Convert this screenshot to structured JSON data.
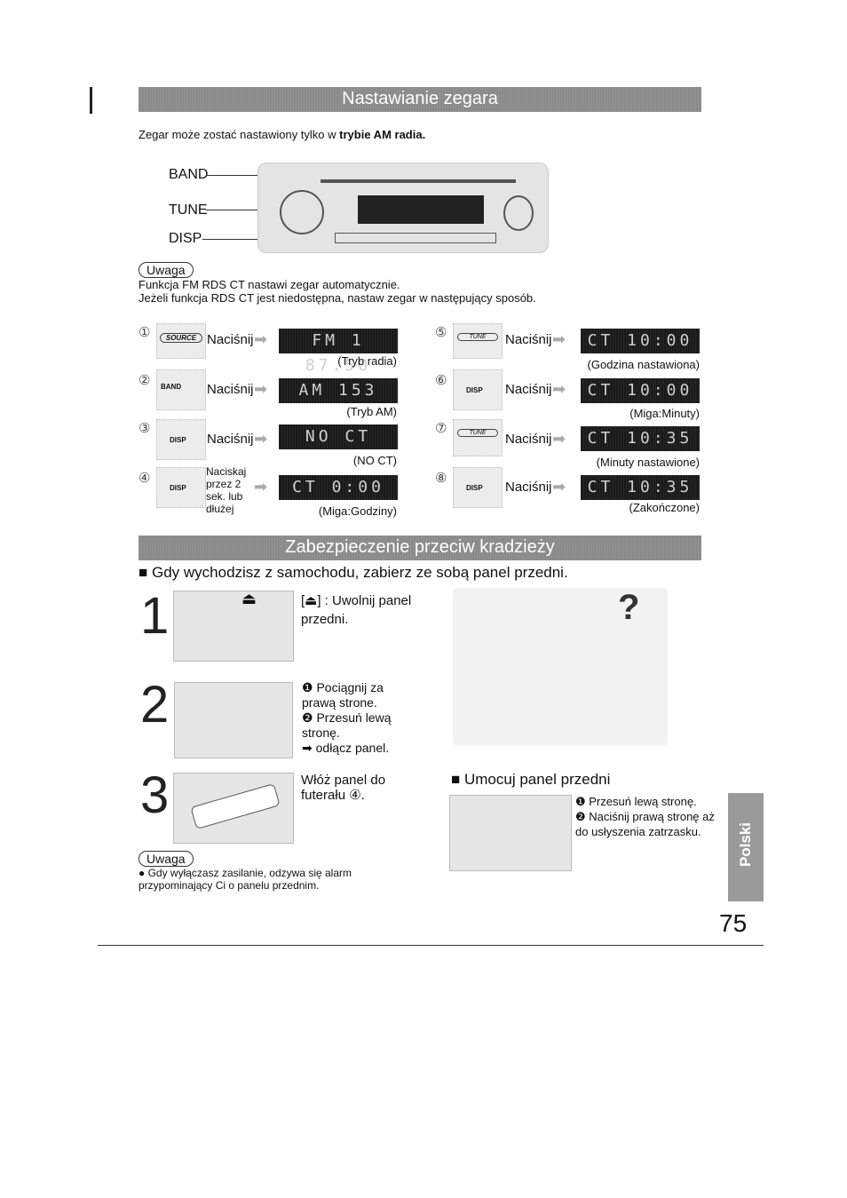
{
  "clock": {
    "title": "Nastawianie zegara",
    "intro_prefix": "Zegar może zostać nastawiony tylko w ",
    "intro_bold": "trybie AM radia.",
    "labels": [
      "BAND",
      "TUNE",
      "DISP"
    ],
    "note_label": "Uwaga",
    "note_line1": "Funkcja FM RDS CT nastawi zegar automatycznie.",
    "note_line2": "Jeżeli funkcja RDS CT jest niedostępna, nastaw zegar w następujący sposób.",
    "steps": [
      {
        "num": "①",
        "button": "SOURCE",
        "action": "Naciśnij",
        "display": "FM 1 87.50",
        "caption": "(Tryb radia)"
      },
      {
        "num": "②",
        "button": "BAND",
        "action": "Naciśnij",
        "display": "AM 153",
        "caption": "(Tryb AM)"
      },
      {
        "num": "③",
        "button": "DISP",
        "action": "Naciśnij",
        "display": "NO CT",
        "caption": "(NO CT)"
      },
      {
        "num": "④",
        "button": "DISP",
        "action": "Naciskaj przez 2 sek. lub dłużej",
        "display": "CT 0:00",
        "caption": "(Miga:Godziny)"
      },
      {
        "num": "⑤",
        "button": "TUNE",
        "action": "Naciśnij",
        "display": "CT 10:00",
        "caption": "(Godzina nastawiona)"
      },
      {
        "num": "⑥",
        "button": "DISP",
        "action": "Naciśnij",
        "display": "CT 10:00",
        "caption": "(Miga:Minuty)"
      },
      {
        "num": "⑦",
        "button": "TUNE",
        "action": "Naciśnij",
        "display": "CT 10:35",
        "caption": "(Minuty nastawione)"
      },
      {
        "num": "⑧",
        "button": "DISP",
        "action": "Naciśnij",
        "display": "CT 10:35",
        "caption": "(Zakończone)"
      }
    ]
  },
  "theft": {
    "title": "Zabezpieczenie przeciw kradzieży",
    "lead": "■ Gdy wychodzisz z samochodu, zabierz ze sobą panel przedni.",
    "step1_num": "1",
    "step1_text": "[⏏] : Uwolnij panel przedni.",
    "step2_num": "2",
    "step2_lines": [
      "❶ Pociągnij za prawą strone.",
      "❷ Przesuń lewą stronę.",
      "➡ odłącz panel."
    ],
    "step3_num": "3",
    "step3_text": "Włóż panel do futerału ④.",
    "attach_title": "■ Umocuj panel przedni",
    "attach_lines": [
      "❶ Przesuń lewą stronę.",
      "❷ Naciśnij prawą stronę aż do usłyszenia zatrzasku."
    ],
    "note_label": "Uwaga",
    "note_text": "● Gdy wyłączasz zasilanie, odzywa się alarm przypominający Ci o panelu przednim."
  },
  "side_tab": "Polski",
  "page_number": "75"
}
